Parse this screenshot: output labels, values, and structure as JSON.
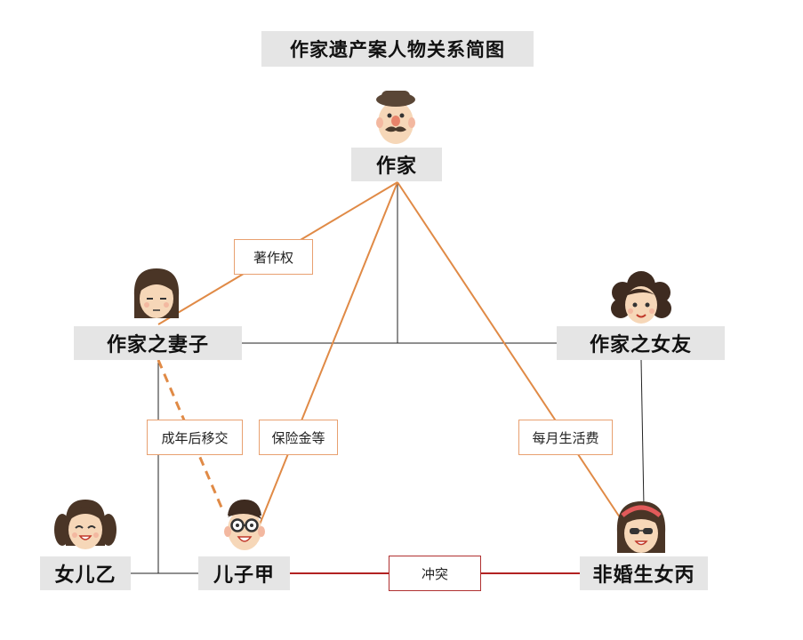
{
  "title": "作家遗产案人物关系简图",
  "people": {
    "writer": "作家",
    "wife": "作家之妻子",
    "girlfriend": "作家之女友",
    "daughter_yi": "女儿乙",
    "son_jia": "儿子甲",
    "daughter_bing": "非婚生女丙"
  },
  "relations": {
    "copyright": "著作权",
    "after_adult": "成年后移交",
    "insurance": "保险金等",
    "monthly_living": "每月生活费",
    "conflict": "冲突"
  },
  "colors": {
    "orange_line": "#e08a46",
    "conflict_line": "#b22222",
    "black_line": "#222222",
    "box_fill": "#e5e5e5"
  }
}
